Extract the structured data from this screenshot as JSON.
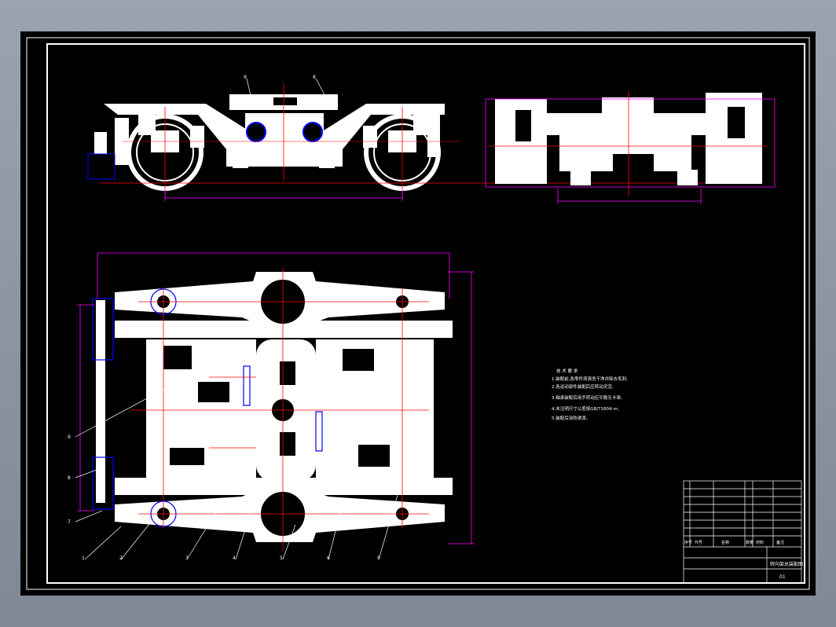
{
  "drawing": {
    "tech_notes_title": "技 术 要 求",
    "tech_notes": [
      "1.装配前,各零件须清洗干净并除去毛刺;",
      "2.各运动部件装配后应转动灵活;",
      "3.轴承装配后用手转动应平稳无卡滞;",
      "4.未注明尺寸公差按GB/T1804-m;",
      "5.装配后涂防锈漆。"
    ],
    "part_callouts": [
      "1",
      "2",
      "3",
      "4",
      "5",
      "6",
      "7",
      "8",
      "9"
    ],
    "side_view_callouts": [
      "9",
      "8"
    ],
    "title_block": {
      "title": "转向架总装配图",
      "drawing_no": "01",
      "header_cells": [
        "序号",
        "代号",
        "名称",
        "数量",
        "材料",
        "备注"
      ]
    },
    "colors": {
      "sheet": "#000000",
      "outline": "#ffffff",
      "dimension": "#ff00ff",
      "centerline": "#ff0000",
      "detail": "#0000ff"
    }
  }
}
